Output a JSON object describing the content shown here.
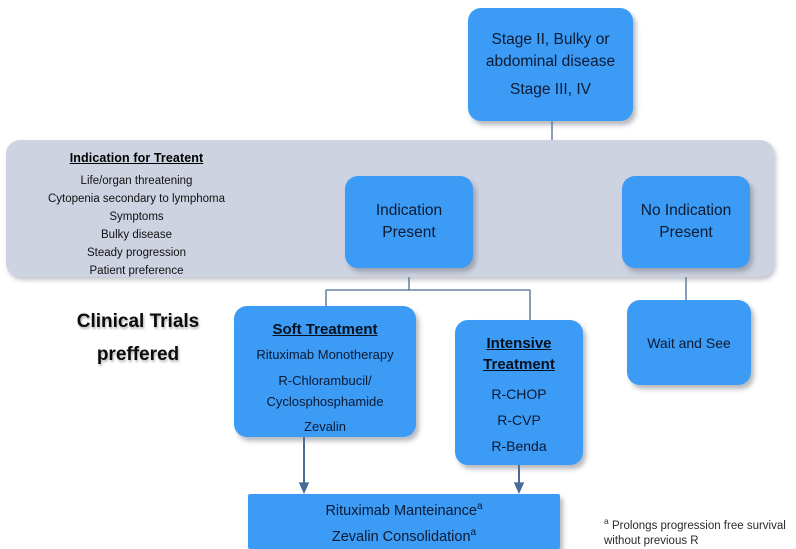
{
  "diagram": {
    "title_node": {
      "lines": [
        "Stage II, Bulky or",
        "abdominal disease",
        "Stage III, IV"
      ]
    },
    "panel": {
      "heading": "Indication for Treatent",
      "items": [
        "Life/organ threatening",
        "Cytopenia secondary to lymphoma",
        "Symptoms",
        "Bulky disease",
        "Steady progression",
        "Patient preference"
      ]
    },
    "indication_present": {
      "lines": [
        "Indication",
        "Present"
      ]
    },
    "no_indication_present": {
      "lines": [
        "No Indication",
        "Present"
      ]
    },
    "soft_treatment": {
      "title": "Soft Treatment",
      "items": [
        "Rituximab Monotherapy",
        "R-Chlorambucil/",
        "Cyclosphosphamide",
        "Zevalin"
      ]
    },
    "intensive_treatment": {
      "title_lines": [
        "Intensive",
        "Treatment"
      ],
      "items": [
        "R-CHOP",
        "R-CVP",
        "R-Benda"
      ]
    },
    "wait_and_see": {
      "label": "Wait and See"
    },
    "maintenance": {
      "line1": "Rituximab Manteinance",
      "line1_sup": "a",
      "line2": "Zevalin Consolidation",
      "line2_sup": "a"
    },
    "clinical_trials_label": {
      "line1": "Clinical Trials",
      "line2": "preffered"
    },
    "footnote": {
      "marker": "a",
      "line1": "Prolongs progression free survival",
      "line2": "without previous R"
    },
    "colors": {
      "node_blue": "#3b9bf5",
      "panel_grey": "#ced3e2",
      "connector": "#4a6a96",
      "text_dark": "#0d1a33",
      "background": "#ffffff"
    }
  }
}
